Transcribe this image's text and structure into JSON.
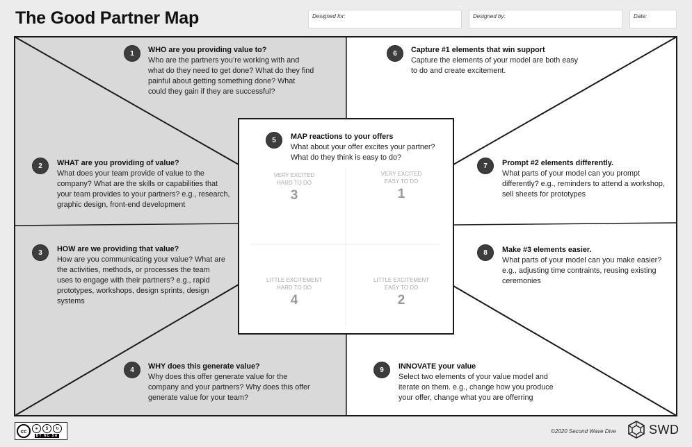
{
  "title": "The Good Partner Map",
  "fields": {
    "designed_for": "Designed for:",
    "designed_by": "Designed by:",
    "date": "Date:"
  },
  "sections": [
    {
      "num": "1",
      "heading": "WHO are you providing value to?",
      "body": "Who are the partners you’re working with and what do they need to get done? What do they find painful about getting something done? What could they gain if they are successful?"
    },
    {
      "num": "2",
      "heading": "WHAT are you providing of value?",
      "body": "What does your team provide of value to the company? What are the skills or capabilities that your team provides to your partners? e.g., research, graphic design, front-end development"
    },
    {
      "num": "3",
      "heading": "HOW are we providing that value?",
      "body": "How are you communicating your value? What are the activities, methods, or processes the team uses to engage with their partners? e.g., rapid prototypes, workshops, design sprints, design systems"
    },
    {
      "num": "4",
      "heading": "WHY does this generate value?",
      "body": "Why does this offer generate value for the company and your partners? Why does this offer generate value for your team?"
    },
    {
      "num": "5",
      "heading": "MAP reactions to your offers",
      "body": "What about your offer excites your partner? What do they think is easy to do?"
    },
    {
      "num": "6",
      "heading": "Capture #1 elements that win support",
      "body": "Capture the elements of your model are both easy to do and create excitement."
    },
    {
      "num": "7",
      "heading": "Prompt #2 elements differently.",
      "body": "What parts of your model can you prompt differently? e.g., reminders to attend a workshop, sell sheets for prototypes"
    },
    {
      "num": "8",
      "heading": "Make #3 elements easier.",
      "body": "What parts of your model can you make easier? e.g., adjusting time contraints, reusing existing ceremonies"
    },
    {
      "num": "9",
      "heading": "INNOVATE your value",
      "body": "Select two elements of your value model and iterate on them. e.g., change how you produce your offer, change what you are offerring"
    }
  ],
  "quadrants": {
    "top_left": {
      "line1": "VERY EXCITED",
      "line2": "HARD TO DO",
      "num": "3"
    },
    "top_right": {
      "line1": "VERY EXCITED",
      "line2": "EASY TO DO",
      "num": "1"
    },
    "bottom_left": {
      "line1": "LITTLE EXCITEMENT",
      "line2": "HARD TO DO",
      "num": "4"
    },
    "bottom_right": {
      "line1": "LITTLE EXCITEMENT",
      "line2": "EASY TO DO",
      "num": "2"
    }
  },
  "footer": {
    "copyright": "©2020 Second Wave Dive",
    "logo_text": "SWD",
    "license_main": "cc",
    "license_by": "BY",
    "license_nc": "NC",
    "license_sa": "SA"
  },
  "colors": {
    "left_panel": "#d9d9d9",
    "right_panel": "#ffffff",
    "badge": "#3d3d3d",
    "border": "#1a1a1a"
  }
}
